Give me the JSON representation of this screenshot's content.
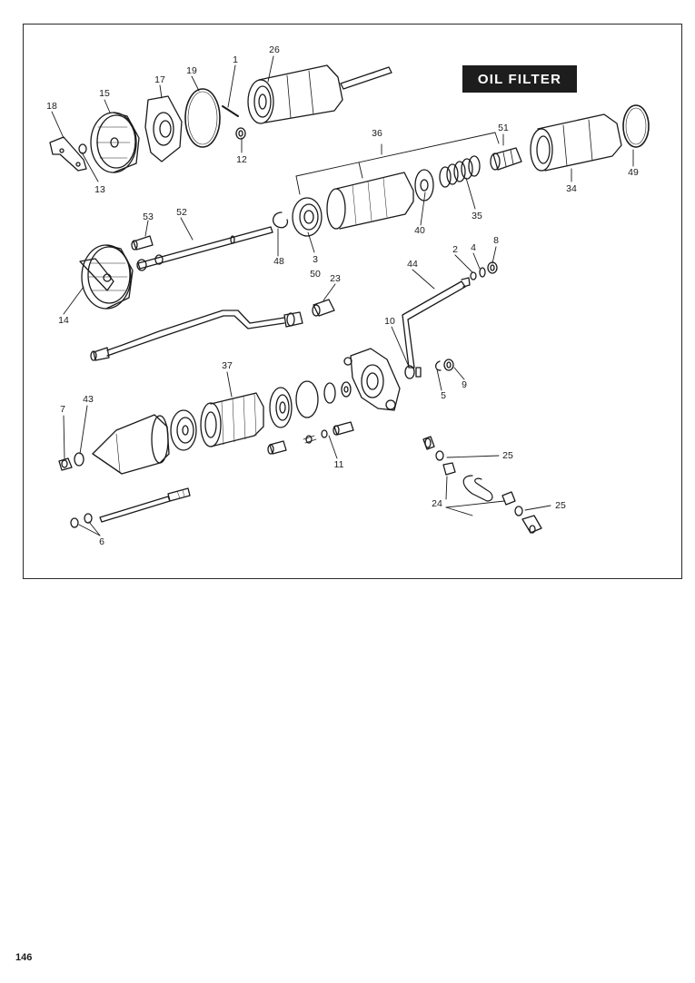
{
  "title": "OIL FILTER",
  "page_number": "146",
  "callouts": [
    "1",
    "2",
    "3",
    "4",
    "5",
    "6",
    "7",
    "8",
    "9",
    "10",
    "11",
    "12",
    "13",
    "14",
    "15",
    "17",
    "18",
    "19",
    "23",
    "24",
    "25",
    "25",
    "26",
    "34",
    "35",
    "36",
    "37",
    "40",
    "43",
    "44",
    "48",
    "49",
    "50",
    "51",
    "52",
    "53"
  ]
}
